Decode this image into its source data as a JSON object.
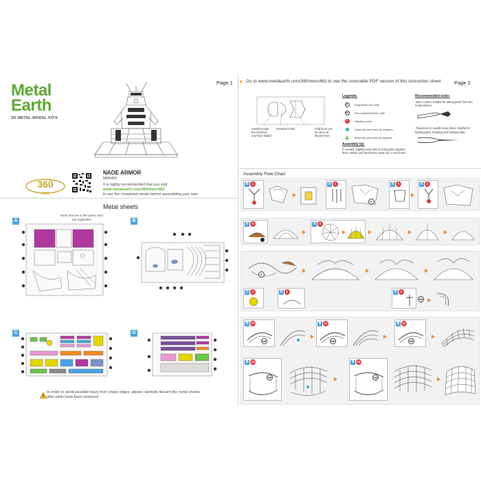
{
  "page1": {
    "page_label": "Page 1",
    "logo": {
      "line1": "Metal",
      "line2": "Earth",
      "tagline": "3D METAL MODEL KITS"
    },
    "model": {
      "name": "NAOE ARMOR",
      "code": "MMS463"
    },
    "badge": {
      "number": "360",
      "word": "view"
    },
    "recommend": {
      "line1": "It is highly recommended that you visit",
      "link": "www.metalearth.com/360/mms463",
      "line2": "to see the completed model before assembling your own"
    },
    "metal_sheets_title": "Metal sheets",
    "duplicate_note": "Parts that are in the same color are duplicates",
    "sheets": [
      {
        "label": "A"
      },
      {
        "label": "B"
      },
      {
        "label": "C"
      },
      {
        "label": "D"
      }
    ],
    "warning": "In order to avoid possible injury from sharp edges, please carefully discard the metal sheets after parts have been removed"
  },
  "page2": {
    "page_label": "Page 2",
    "url_note": "Go to www.metalearth.com/360/mms463 to see the zoomable PDF version of this instruction sheet",
    "info_labels": {
      "insertion_tabs": "Insertion tabs are inserted and then folded",
      "insertion_holes": "Insertion holes",
      "fold_lines": "Fold lines can be seen as shown here"
    },
    "legends": {
      "title": "Legends:",
      "items": [
        {
          "symbol": "E",
          "text": "Engraved/Color side"
        },
        {
          "symbol": "NE",
          "text": "Non-engraved/Inner side"
        },
        {
          "symbol": "!",
          "text": "Attention point"
        },
        {
          "symbol": "dot",
          "text": "Insert tab and bend 90 degrees"
        },
        {
          "symbol": "tri",
          "text": "Insert tab and twist 90 degrees"
        }
      ]
    },
    "assembly_tip": {
      "title": "Assembly tip:",
      "text": "If needed, slightly twist tabs to hold parts together then untwist and bend them down for a nice finish"
    },
    "tools": {
      "title": "Recommended tools:",
      "wire_cutters": "-Wire cutters: helpful for taking parts from the metal sheets.",
      "pliers": "-Tweezers or needle nose pliers: helpful for folding parts, bending and twisting tabs."
    },
    "flow_chart_title": "Assembly Flow Chart",
    "steps": [
      {
        "sheet": "B",
        "num": "1"
      },
      {
        "sheet": "A",
        "num": "2"
      },
      {
        "sheet": "A",
        "num": "3"
      },
      {
        "sheet": "A",
        "num": "4"
      },
      {
        "sheet": "A",
        "num": "5"
      },
      {
        "sheet": "A",
        "num": "6"
      },
      {
        "sheet": "C",
        "num": "7"
      },
      {
        "sheet": "B",
        "num": "8"
      },
      {
        "sheet": "A",
        "num": "9"
      },
      {
        "sheet": "B",
        "num": "10"
      },
      {
        "sheet": "B",
        "num": "11"
      },
      {
        "sheet": "B",
        "num": "12"
      },
      {
        "sheet": "B",
        "num": "13"
      },
      {
        "sheet": "B",
        "num": "14"
      }
    ],
    "marks": {
      "engraved": "E",
      "non_engraved": "NE"
    }
  },
  "colors": {
    "brand_green": "#5ea832",
    "sheet_blue": "#4aa3df",
    "step_red": "#e23b3b",
    "arrow_orange": "#f08a24",
    "magenta": "#b0389f",
    "yellow": "#e6d600"
  }
}
